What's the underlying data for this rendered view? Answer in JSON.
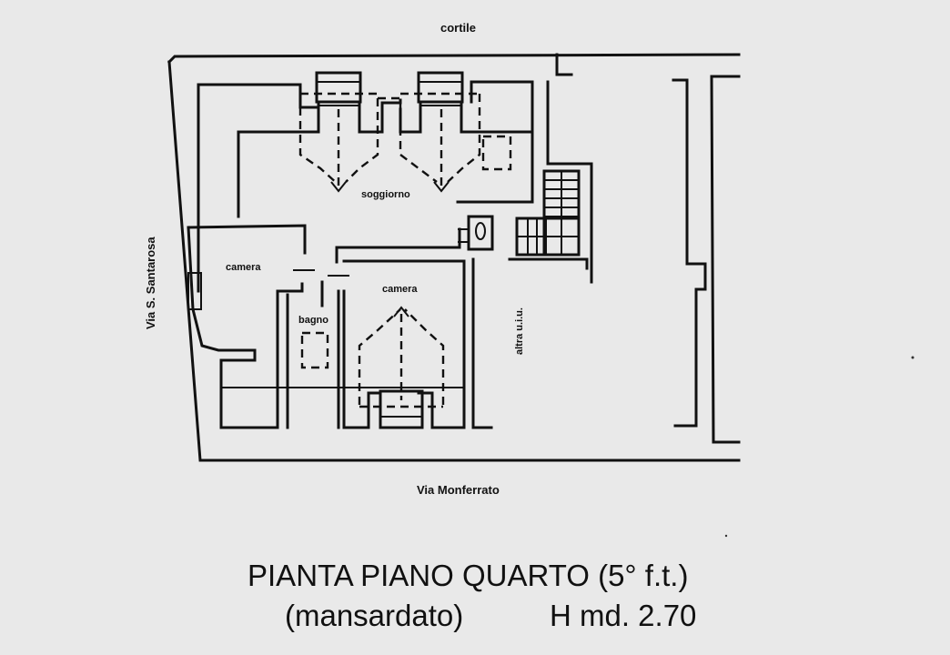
{
  "floor_plan": {
    "title": "PIANTA PIANO QUARTO (5° f.t.)",
    "subtitle": "(mansardato)",
    "height_note": "H md. 2.70",
    "streets": {
      "top": "cortile",
      "bottom": "Via Monferrato",
      "left": "Via S. Santarosa"
    },
    "rooms": {
      "living_room": "soggiorno",
      "bedroom_1": "camera",
      "bedroom_2": "camera",
      "bathroom": "bagno",
      "other_unit": "altra u.i.u."
    },
    "colors": {
      "background": "#e9e9e9",
      "ink": "#111111"
    }
  }
}
